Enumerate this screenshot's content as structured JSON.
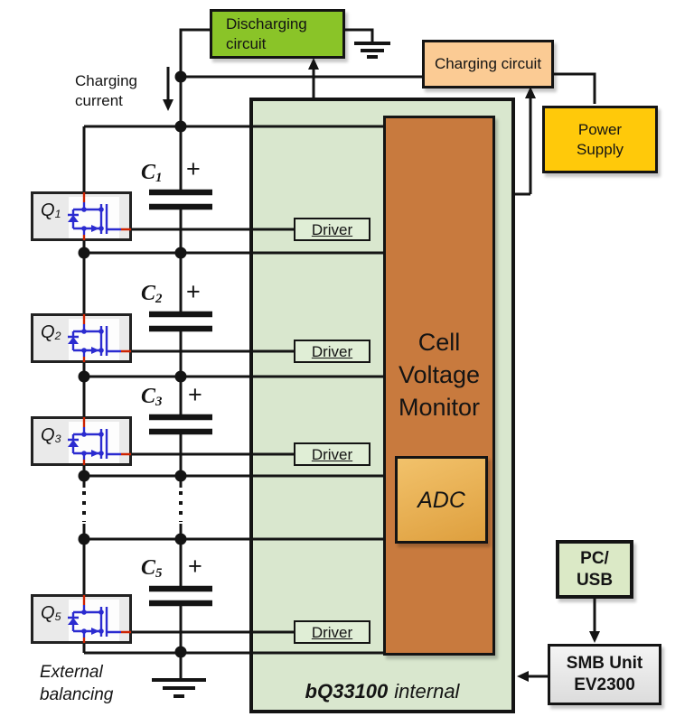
{
  "colors": {
    "wire": "#141414",
    "discharging": "#8AC428",
    "charging": "#FBCB94",
    "power": "#FFC90A",
    "chip": "#D9E7CE",
    "monitor": "#C87A3E",
    "adc1": "#F2C26B",
    "adc2": "#DE9F3E",
    "driver": "#E0EED6",
    "pc": "#DBE9C6",
    "smb1": "#F4F4F4",
    "smb2": "#DCDCDC",
    "qbox": "#EAEAEA",
    "blue": "#2B2BD0",
    "red": "#CC2200",
    "ink": "#141414"
  },
  "top": {
    "discharging_circuit": "Discharging\ncircuit",
    "charging_circuit": "Charging circuit",
    "power_supply": "Power\nSupply",
    "charging_current_label": "Charging current"
  },
  "chip": {
    "footer_name": "bQ33100",
    "footer_suffix": "internal",
    "monitor_label": "Cell\nVoltage\nMonitor",
    "adc_label": "ADC",
    "drivers": [
      "Driver",
      "Driver",
      "Driver",
      "Driver"
    ]
  },
  "stack": {
    "cells": [
      {
        "base": "C",
        "sub": "1"
      },
      {
        "base": "C",
        "sub": "2"
      },
      {
        "base": "C",
        "sub": "3"
      },
      {
        "base": "C",
        "sub": "5"
      }
    ],
    "plus_sign": "+",
    "transistors": [
      {
        "base": "Q",
        "sub": "1"
      },
      {
        "base": "Q",
        "sub": "2"
      },
      {
        "base": "Q",
        "sub": "3"
      },
      {
        "base": "Q",
        "sub": "5"
      }
    ],
    "external_balancing": "External balancing"
  },
  "right": {
    "pc_usb": "PC/\nUSB",
    "smb_unit": "SMB Unit\nEV2300"
  }
}
